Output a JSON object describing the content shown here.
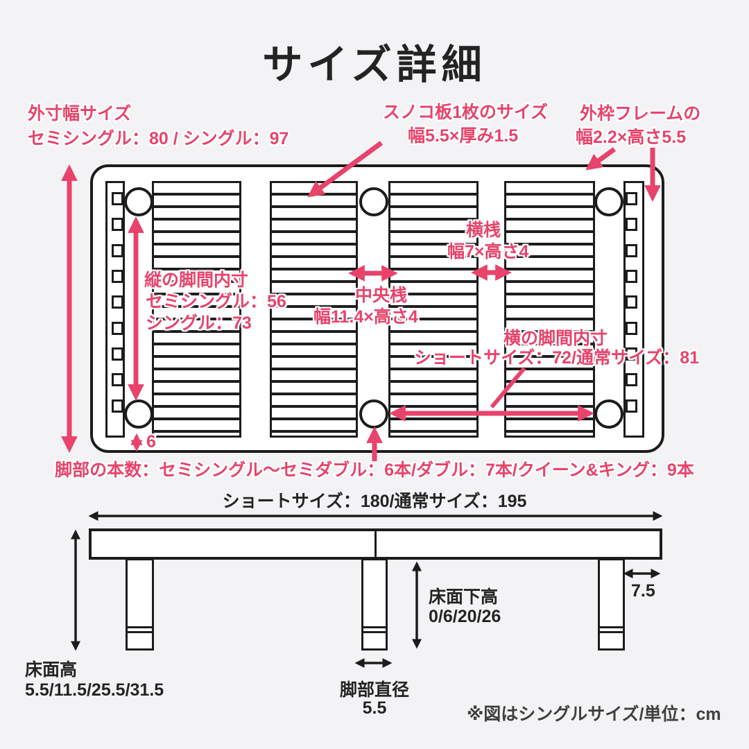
{
  "title": "サイズ詳細",
  "colors": {
    "pink": "#e8436b",
    "line": "#1c1c1c",
    "bg": "#f3f3f5",
    "fill": "#ffffff"
  },
  "unit": "cm",
  "top": {
    "outer_width_title": "外寸幅サイズ",
    "outer_width_values": "セミシングル：80 / シングル：97",
    "slat_title": "スノコ板1枚のサイズ",
    "slat_values": "幅5.5×厚み1.5",
    "frame_title": "外枠フレームの",
    "frame_values": "幅2.2×高さ5.5",
    "vleg_title": "縦の脚間内寸",
    "vleg_value1": "セミシングル：56",
    "vleg_value2": "シングル：73",
    "center_rail_title": "中央桟",
    "center_rail_values": "幅11.4×高さ4",
    "cross_rail_title": "横桟",
    "cross_rail_values": "幅7×高さ4",
    "hleg_title": "横の脚間内寸",
    "hleg_values": "ショートサイズ：72/通常サイズ：81",
    "frame_gap": "6",
    "leg_count": "脚部の本数：セミシングル〜セミダブル：6本/ダブル：7本/クイーン&キング：9本"
  },
  "side": {
    "length_values": "ショートサイズ：180/通常サイズ：195",
    "under_height_title": "床面下高",
    "under_height_values": "0/6/20/26",
    "leg_offset": "7.5",
    "floor_height_title": "床面高",
    "floor_height_values": "5.5/11.5/25.5/31.5",
    "leg_diameter_title": "脚部直径",
    "leg_diameter_value": "5.5",
    "note": "※図はシングルサイズ/単位：cm"
  }
}
